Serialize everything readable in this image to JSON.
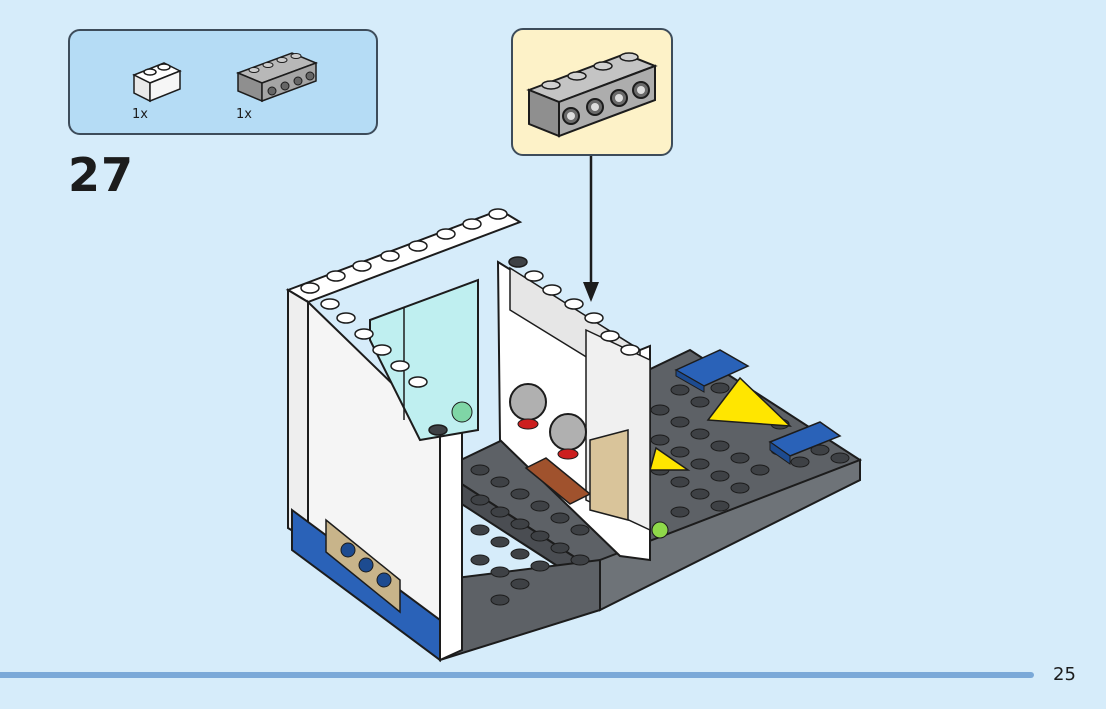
{
  "parts_list": {
    "items": [
      {
        "name": "white-brick-1x2",
        "quantity": "1x",
        "color": "#ffffff"
      },
      {
        "name": "gray-brick-1x4-with-side-studs",
        "quantity": "1x",
        "color": "#a9a9a9"
      }
    ]
  },
  "step": {
    "number": "27"
  },
  "callout": {
    "background": "#fdf2c8",
    "part": "gray-brick-1x4-with-side-studs"
  },
  "page": {
    "number": "25"
  },
  "colors": {
    "background": "#d6ecfa",
    "parts_box": "#b5dcf5",
    "footer_bar": "#7ba9d8",
    "brick_blue": "#2a62b8",
    "brick_gray": "#5d6166",
    "plate_dark": "#5d6166",
    "accent_yellow": "#ffe600"
  }
}
